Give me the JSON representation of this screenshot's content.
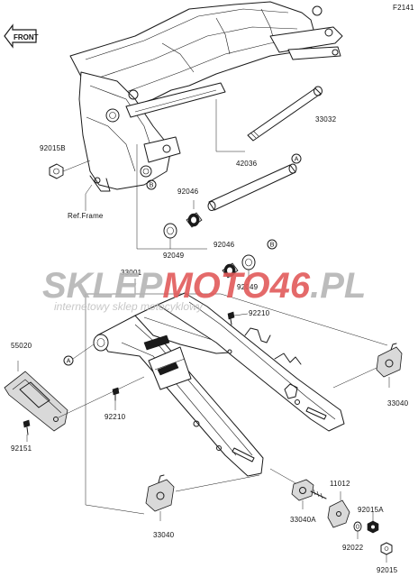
{
  "diagram_id": "F2141",
  "front_badge": "FRONT",
  "ref_label": "Ref.Frame",
  "watermark": {
    "part1": "SKLEP",
    "part2": "MOTO",
    "part3": "46",
    "part4": ".PL",
    "tagline": "internetowy sklep motocyklowy",
    "color_dark": "#b5b5b5",
    "color_accent": "#e25a5a"
  },
  "parts": {
    "p33032": "33032",
    "p92015B": "92015B",
    "p42036": "42036",
    "p92046a": "92046",
    "p92049a": "92049",
    "p92046b": "92046",
    "p92049b": "92049",
    "p33001": "33001",
    "p92210a": "92210",
    "p55020": "55020",
    "p92210b": "92210",
    "p92151": "92151",
    "p33040a": "33040",
    "p33040b": "33040",
    "p33040A": "33040A",
    "p11012": "11012",
    "p92015A": "92015A",
    "p92022": "92022",
    "p92015": "92015"
  },
  "callouts": {
    "a1": "A",
    "b1": "B",
    "b2": "B",
    "a2": "A"
  }
}
